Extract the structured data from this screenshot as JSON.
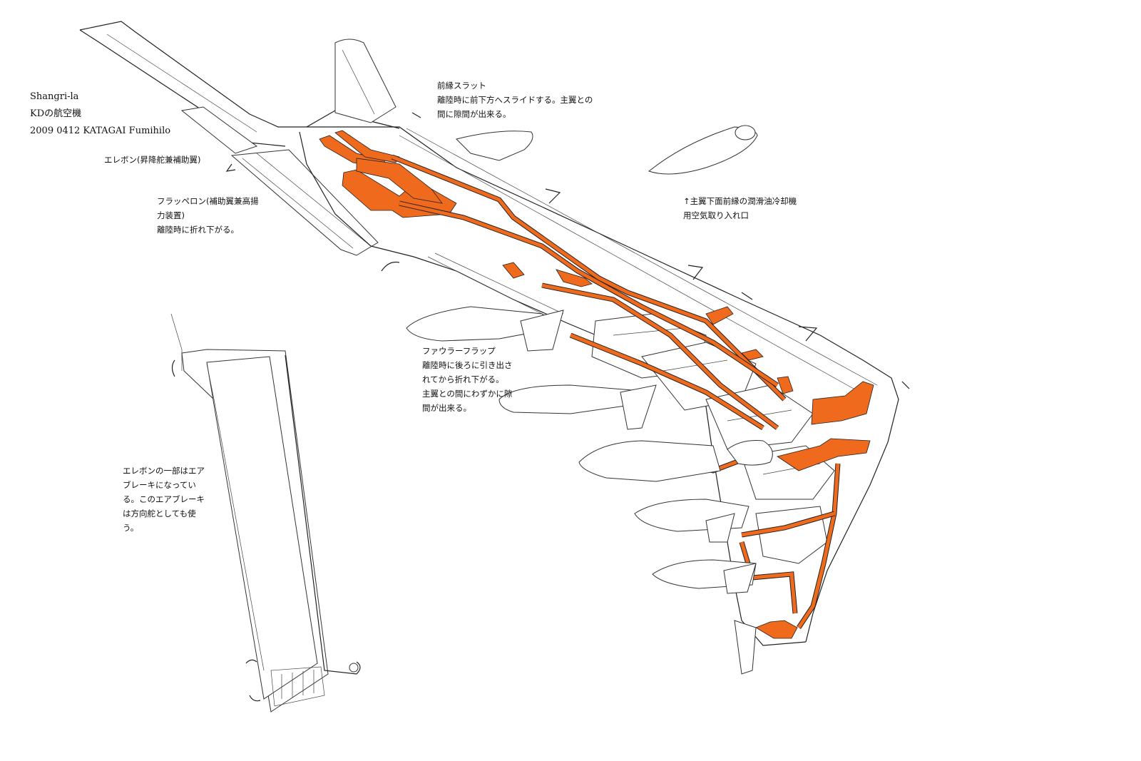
{
  "title_block": {
    "line1": "Shangri-la",
    "line2": "KDの航空機",
    "line3": "2009 0412 KATAGAI Fumihilo"
  },
  "notes": {
    "elevon": "エレボン(昇降舵兼補助翼)",
    "flaperon": "フラッペロン(補助翼兼高揚\n力装置)\n離陸時に折れ下がる。",
    "slat": "前縁スラット\n離陸時に前下方へスライドする。主翼との\n間に隙間が出来る。",
    "intake": "↑主翼下面前縁の潤滑油冷却機\n用空気取り入れ口",
    "fowler": "ファウラーフラップ\n離陸時に後ろに引き出さ\nれてから折れ下がる。\n主翼との間にわずかに隙\n間が出来る。",
    "airbrake": "エレボンの一部はエア\nブレーキになってい\nる。このエアブレーキ\nは方向舵としても使\nう。"
  },
  "colors": {
    "duct": "#ef6a1c",
    "line": "#222222"
  }
}
